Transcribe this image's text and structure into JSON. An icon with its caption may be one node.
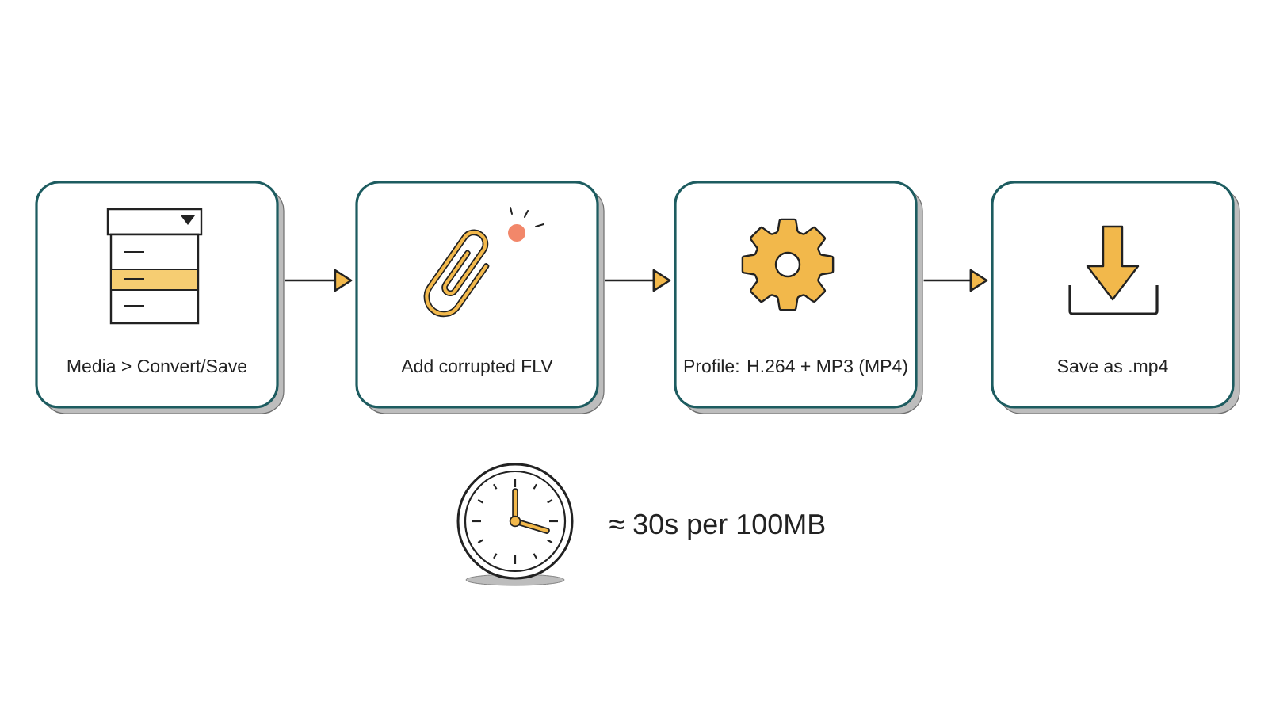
{
  "diagram": {
    "nodes": [
      {
        "text": [
          "Media > Convert/Save"
        ]
      },
      {
        "text": [
          "Add corrupted FLV"
        ]
      },
      {
        "text": [
          "Profile: H.264 + MP3 (MP4)"
        ]
      },
      {
        "text": [
          "Save as .mp4"
        ]
      }
    ],
    "edges": [
      {
        "from": 0,
        "to": 1,
        "arrow": "to"
      },
      {
        "from": 1,
        "to": 2,
        "arrow": "to"
      },
      {
        "from": 2,
        "to": 3,
        "arrow": "to"
      }
    ],
    "labels": [
      "≈ 30s per 100MB"
    ]
  }
}
